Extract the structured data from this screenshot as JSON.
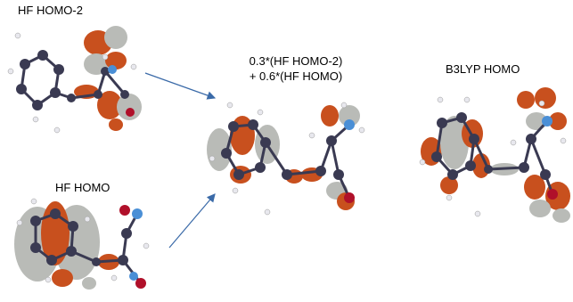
{
  "labels": {
    "hf_homo_2": "HF HOMO-2",
    "hf_homo": "HF HOMO",
    "mix_line1": "0.3*(HF HOMO-2)",
    "mix_line2": "+ 0.6*(HF HOMO)",
    "b3lyp_homo": "B3LYP HOMO"
  },
  "colors": {
    "orbital_positive": "#c8501e",
    "orbital_negative": "#b9bbb7",
    "carbon_atom": "#3a3a52",
    "hydrogen_atom": "#e8e8ee",
    "nitrogen_atom": "#4a8fd6",
    "oxygen_atom": "#b0102a",
    "arrow": "#3a6aa8"
  }
}
